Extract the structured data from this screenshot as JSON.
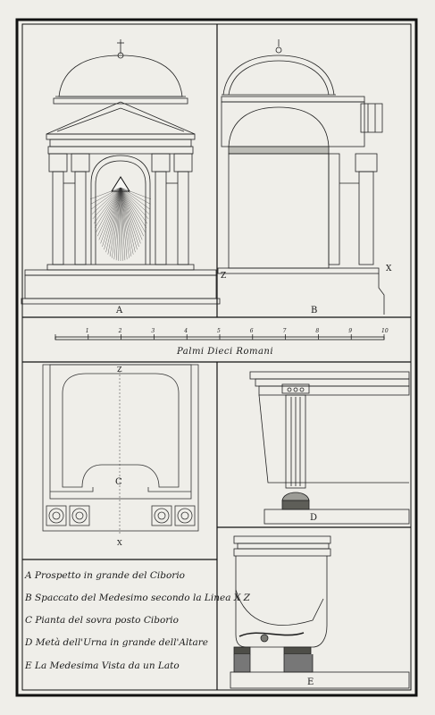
{
  "labels": {
    "panel_a": "A",
    "panel_b": "B",
    "panel_c": "C",
    "panel_d": "D",
    "panel_e": "E",
    "mark_z_top": "Z",
    "mark_x_top": "X",
    "mark_z_plan": "Z",
    "mark_x_plan": "X"
  },
  "scale": {
    "title": "Palmi Dieci Romani",
    "ticks": [
      "1",
      "2",
      "3",
      "4",
      "5",
      "6",
      "7",
      "8",
      "9",
      "10"
    ]
  },
  "legend": [
    "A  Prospetto in grande del Ciborio",
    "B  Spaccato del Medesimo secondo la Linea X Z",
    "C  Pianta del sovra posto Ciborio",
    "D  Metà dell'Urna in grande dell'Altare",
    "E  La Medesima Vista da un Lato"
  ]
}
